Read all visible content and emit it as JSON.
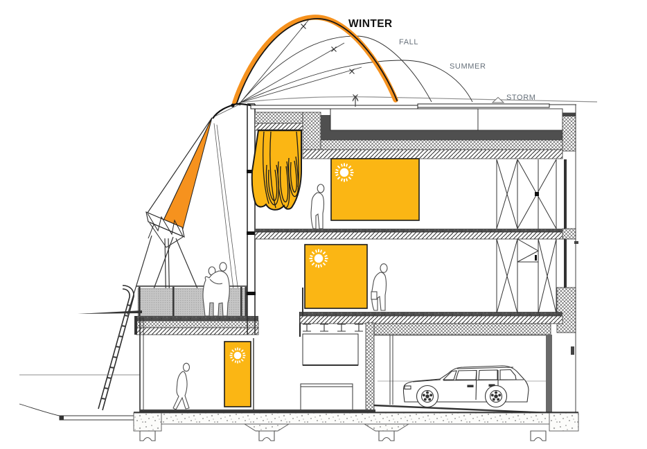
{
  "drawing": {
    "title": "Building section with seasonal sun paths",
    "sun_paths": {
      "winter": {
        "label": "WINTER"
      },
      "fall": {
        "label": "FALL"
      },
      "summer": {
        "label": "SUMMER"
      },
      "storm": {
        "label": "STORM"
      }
    },
    "colors": {
      "accent-orange": "#F6921E",
      "accent-yellow": "#FBB614",
      "ink": "#2d2d2d",
      "ink-light": "#8f8f8f",
      "label-gray": "#66707A",
      "label-dark": "#111111",
      "dark-fill": "#4f4f4f",
      "mesh-gray": "#c6c6c6"
    }
  }
}
